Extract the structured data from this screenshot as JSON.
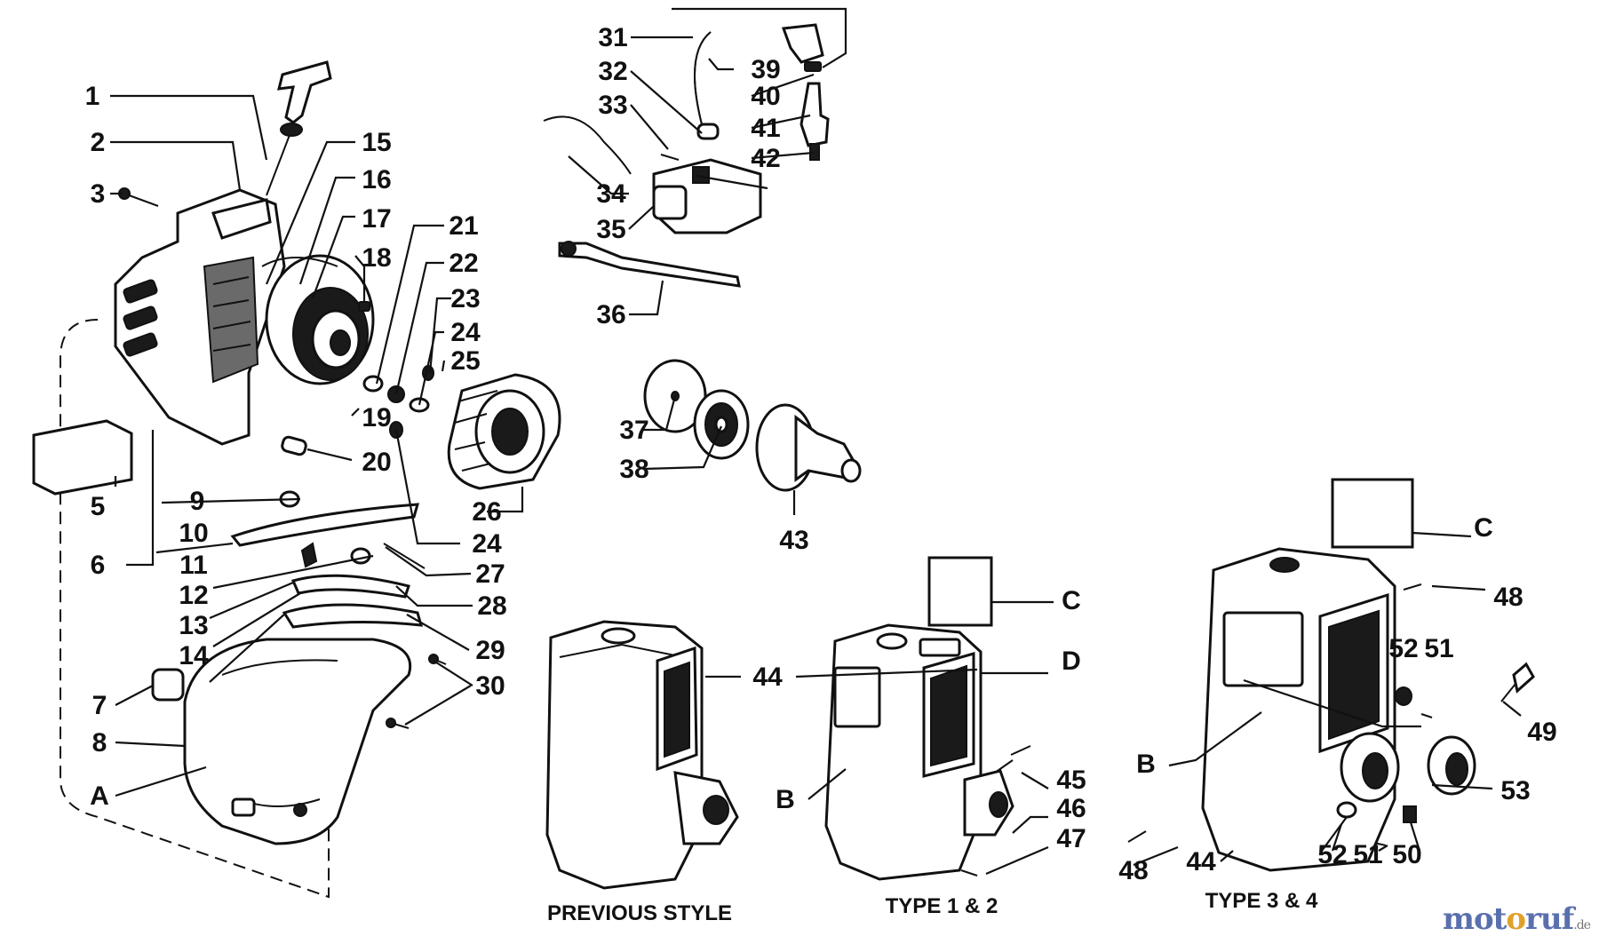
{
  "diagram": {
    "part_labels": [
      "1",
      "2",
      "3",
      "5",
      "6",
      "7",
      "8",
      "9",
      "10",
      "11",
      "12",
      "13",
      "14",
      "15",
      "16",
      "17",
      "18",
      "19",
      "20",
      "21",
      "22",
      "23",
      "24",
      "25",
      "26",
      "27",
      "28",
      "29",
      "30",
      "31",
      "32",
      "33",
      "34",
      "35",
      "36",
      "37",
      "38",
      "39",
      "40",
      "41",
      "42",
      "43",
      "44",
      "45",
      "46",
      "47",
      "48",
      "49",
      "50",
      "51",
      "52",
      "53",
      "A",
      "B",
      "C",
      "D"
    ],
    "captions": {
      "previous_style": "PREVIOUS STYLE",
      "type_1_2": "TYPE 1 & 2",
      "type_3_4": "TYPE 3 & 4"
    }
  },
  "watermark": {
    "part1": "mot",
    "part2": "o",
    "part3": "ruf",
    "part4": ".de"
  },
  "colors": {
    "ink": "#111111",
    "background": "#ffffff",
    "watermark_blue": "#5a6fae",
    "watermark_orange": "#e0a12b"
  }
}
